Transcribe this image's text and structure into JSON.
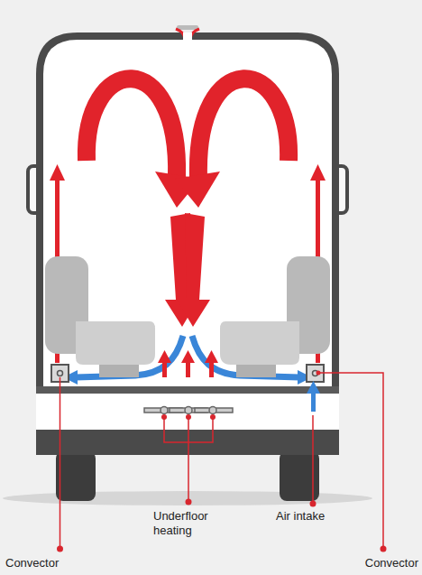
{
  "diagram": {
    "labels": [
      "Underfloor heating",
      "Air intake",
      "Convector",
      "Convector"
    ]
  }
}
